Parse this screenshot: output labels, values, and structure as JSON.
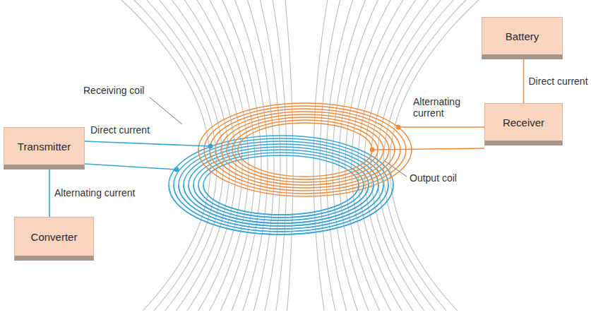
{
  "diagram": {
    "nodes": [
      {
        "text": [
          "Transmitter"
        ]
      },
      {
        "text": [
          "Converter"
        ]
      },
      {
        "text": [
          "Battery"
        ]
      },
      {
        "text": [
          "Receiver"
        ]
      }
    ],
    "edges": [
      {
        "from": 1,
        "to": 0,
        "arrow": "none",
        "label": "Alternating current"
      },
      {
        "from": 2,
        "to": 3,
        "arrow": "none",
        "label": "Direct current"
      }
    ],
    "labels": [
      "Receiving coil",
      "Direct current",
      "Alternating current",
      "Output coil"
    ]
  }
}
